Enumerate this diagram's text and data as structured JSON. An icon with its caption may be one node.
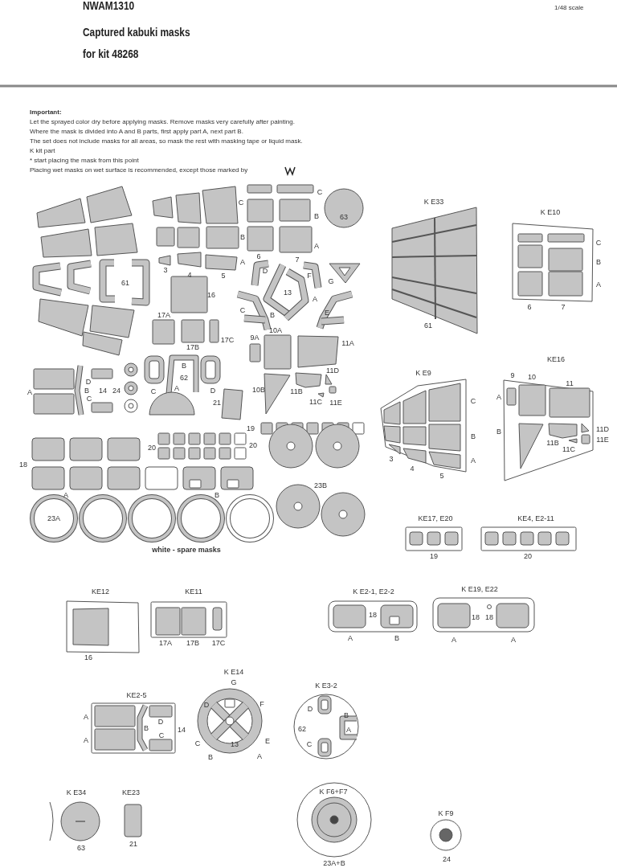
{
  "diagram": {
    "title": "Captured kabuki masks",
    "labels": [
      "NWAM1310",
      "1/48 scale",
      "for kit 48268",
      "Important:",
      "Let the sprayed color dry before applying masks. Remove masks very carefully after painting.",
      "Where the mask is divided into A and B parts, first apply part A, next part B.",
      "The set does not include masks for all areas, so mask the rest with masking tape or liquid mask.",
      "K kit part",
      "* start placing the mask from this point",
      "Placing wet masks on wet surface is recommended, except those marked by",
      "C",
      "C",
      "B",
      "63",
      "B",
      "A",
      "6",
      "7",
      "3",
      "A",
      "4",
      "5",
      "61",
      "D",
      "F",
      "G",
      "13",
      "16",
      "A",
      "C",
      "B",
      "E",
      "17A",
      "10A",
      "9A",
      "17C",
      "11A",
      "17B",
      "B",
      "11D",
      "D",
      "62",
      "A",
      "B",
      "14",
      "24",
      "C",
      "A",
      "D",
      "10B",
      "11B",
      "C",
      "21",
      "11C",
      "11E",
      "19",
      "20",
      "20",
      "18",
      "A",
      "B",
      "23B",
      "23A",
      "white - spare masks",
      "K E33",
      "61",
      "K E10",
      "C",
      "B",
      "A",
      "6",
      "7",
      "K E9",
      "KE16",
      "9",
      "10",
      "11",
      "C",
      "A",
      "B",
      "B",
      "11D",
      "11B",
      "11E",
      "11C",
      "3",
      "A",
      "4",
      "5",
      "KE17, E20",
      "KE4, E2-11",
      "19",
      "20",
      "KE12",
      "KE11",
      "K E2-1, E2-2",
      "18",
      "K E19, E22",
      "18",
      "18",
      "16",
      "17A",
      "17B",
      "17C",
      "A",
      "B",
      "A",
      "A",
      "K E14",
      "K E3-2",
      "G",
      "KE2-5",
      "D",
      "F",
      "D",
      "A",
      "B",
      "D",
      "14",
      "62",
      "B",
      "A",
      "A",
      "C",
      "C",
      "13",
      "E",
      "C",
      "B",
      "A",
      "K E34",
      "KE23",
      "K F6+F7",
      "K F9",
      "63",
      "21",
      "23A+B",
      "24"
    ]
  }
}
